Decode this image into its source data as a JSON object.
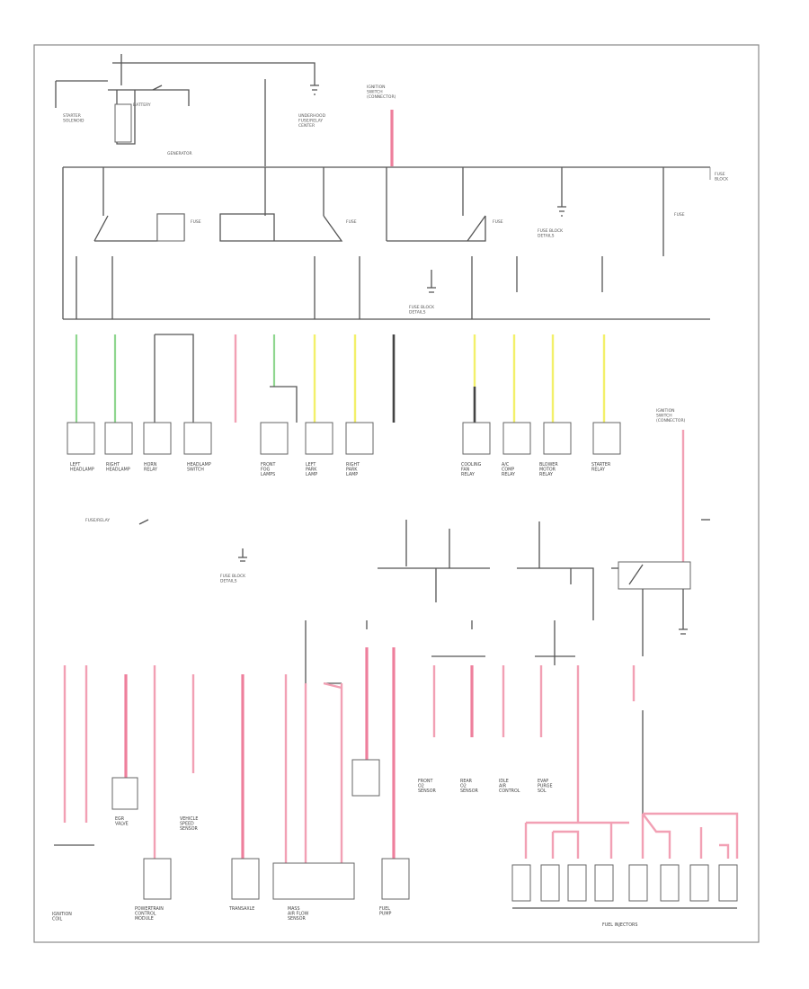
{
  "diagram": {
    "footer_code": "",
    "top_labels": {
      "starter": "STARTER\nSOLENOID",
      "battery": "BATTERY",
      "generator": "GENERATOR",
      "ignition_switch": "IGNITION\nSWITCH\n(CONNECTOR)",
      "underhood_fuse": "UNDERHOOD\nFUSE/RELAY\nCENTER",
      "fusible_link_left": "FUSE\nBLOCK",
      "fuse_block_upper": "FUSE BLOCK\nDETAILS",
      "fuse_block_lower": "FUSE BLOCK\nDETAILS"
    },
    "middle_components": [
      "LEFT\nHEADLAMP",
      "RIGHT\nHEADLAMP",
      "HORN\nRELAY",
      "HEADLAMP\nSWITCH",
      "FRONT\nFOG\nLAMPS",
      "LEFT\nPARK\nLAMP",
      "RIGHT\nPARK\nLAMP",
      "",
      "COOLING\nFAN\nRELAY",
      "A/C\nCOMP\nRELAY",
      "BLOWER\nMOTOR\nRELAY",
      "STARTER\nRELAY"
    ],
    "bottom_components": [
      "IGNITION\nCOIL",
      "POWERTRAIN\nCONTROL\nMODULE",
      "EGR\nVALVE",
      "VEHICLE\nSPEED\nSENSOR",
      "TRANSAXLE",
      "MASS\nAIR FLOW\nSENSOR",
      "FRONT\nO2\nSENSOR",
      "REAR\nO2\nSENSOR",
      "IDLE\nAIR\nCONTROL",
      "EVAP\nPURGE\nSOL",
      "FUEL\nPUMP"
    ],
    "fuel_injectors_label": "FUEL INJECTORS",
    "legend": "",
    "colors": {
      "wire_pink": "#f2a0b4",
      "wire_green": "#8fd68f",
      "wire_yellow": "#f3f06a",
      "wire_dark": "#444444",
      "frame": "#8a8a8a"
    }
  }
}
